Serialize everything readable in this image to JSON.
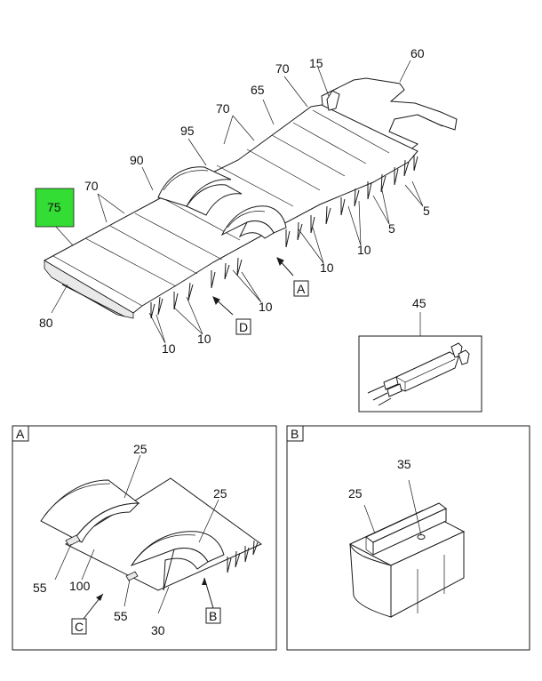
{
  "callouts": {
    "c60": "60",
    "c15": "15",
    "c70a": "70",
    "c65": "65",
    "c70b": "70",
    "c95": "95",
    "c90": "90",
    "c70c": "70",
    "c75": "75",
    "c5a": "5",
    "c5b": "5",
    "c10a": "10",
    "c10b": "10",
    "c10c": "10",
    "c10d": "10",
    "c10e": "10",
    "c80": "80",
    "c45": "45"
  },
  "view_refs": {
    "a": "A",
    "d": "D"
  },
  "detail_a": {
    "tag": "A",
    "c25a": "25",
    "c25b": "25",
    "c55a": "55",
    "c100": "100",
    "c55b": "55",
    "c30": "30",
    "ref_c": "C",
    "ref_b": "B"
  },
  "detail_b": {
    "tag": "B",
    "c35": "35",
    "c25": "25"
  },
  "colors": {
    "highlight": "#33dd33",
    "line": "#1a1a1a",
    "background": "#ffffff"
  }
}
